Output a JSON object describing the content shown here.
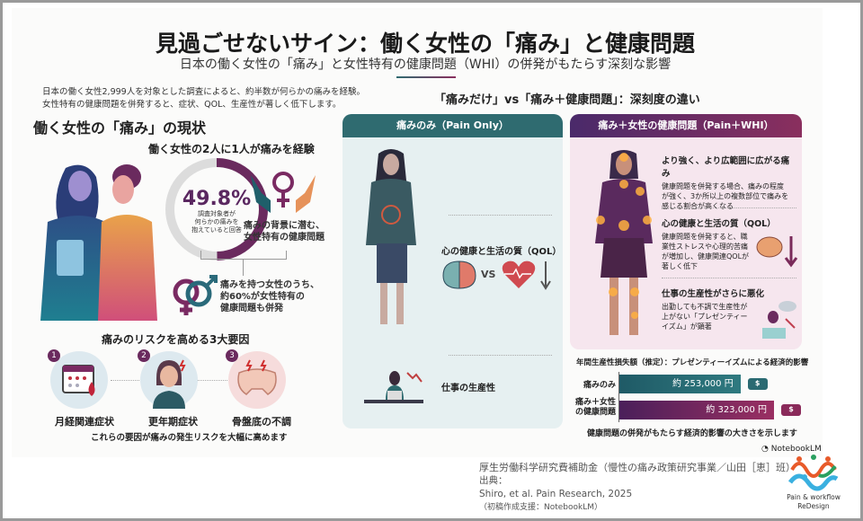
{
  "header": {
    "title": "見過ごせないサイン：働く女性の「痛み」と健康問題",
    "subtitle": "日本の働く女性の「痛み」と女性特有の健康問題（WHI）の併発がもたらす深刻な影響"
  },
  "intro": [
    "日本の働く女性2,999人を対象とした調査によると、約半数が何らかの痛みを経験。",
    "女性特有の健康問題を併発すると、症状、QOL、生産性が著しく低下します。"
  ],
  "left": {
    "section_title": "働く女性の「痛み」の現状",
    "stat_title": "働く女性の2人に1人が痛みを経験",
    "donut": {
      "value": 49.8,
      "label": "49.8%",
      "caption": [
        "調査対象者が",
        "何らかの痛みを",
        "抱えていると回答"
      ],
      "color": "#6a2a5e",
      "track": "#dcdcdc"
    },
    "background_text": [
      "痛みの背景に潜む、",
      "女性特有の健康問題"
    ],
    "combined_text": [
      "痛みを持つ女性のうち、",
      "約60%が女性特有の",
      "健康問題も併発"
    ],
    "risk_title": "痛みのリスクを高める3大要因",
    "risks": [
      {
        "num": "1",
        "label": "月経関連症状",
        "icon": "calendar-blood-drop-icon"
      },
      {
        "num": "2",
        "label": "更年期症状",
        "icon": "headache-woman-icon"
      },
      {
        "num": "3",
        "label": "骨盤底の不調",
        "icon": "pelvis-pain-icon"
      }
    ],
    "risk_footer": "これらの要因が痛みの発生リスクを大幅に高めます"
  },
  "compare": {
    "title": "「痛みだけ」vs「痛み＋健康問題」：深刻度の違い",
    "pain_only": {
      "header": "痛みのみ（Pain Only）",
      "qol": "心の健康と生活の質（QOL）",
      "vs": "VS",
      "productivity": "仕事の生産性",
      "color": "#2f6b70"
    },
    "pain_whi": {
      "header": "痛み＋女性の健康問題（Pain＋WHI）",
      "color": "#6a2a6a",
      "items": [
        {
          "title": "より強く、より広範囲に広がる痛み",
          "body": [
            "健康問題を併発する場合、痛みの程度",
            "が強く、3か所以上の複数部位で痛みを",
            "感じる割合が高くなる"
          ]
        },
        {
          "title": "心の健康と生活の質（QOL）",
          "body": [
            "健康問題を併発すると、職",
            "業性ストレスや心理的苦痛",
            "が増加し、健康関連QOLが",
            "著しく低下"
          ]
        },
        {
          "title": "仕事の生産性がさらに悪化",
          "body": [
            "出勤しても不調で生産性が",
            "上がない「プレゼンティー",
            "イズム」が顕著"
          ]
        }
      ]
    }
  },
  "chart_data": {
    "type": "bar",
    "orientation": "horizontal",
    "title": "年間生産性損失額（推定）：プレゼンティーイズムによる経済的影響",
    "categories": [
      "痛みのみ",
      "痛み＋女性の健康問題"
    ],
    "category_labels": [
      [
        "痛みのみ"
      ],
      [
        "痛み＋女性",
        "の健康問題"
      ]
    ],
    "values": [
      253000,
      323000
    ],
    "data_labels": [
      "約 253,000 円",
      "約 323,000 円"
    ],
    "colors": [
      "#2a6a72",
      "#6a2a62"
    ],
    "footer": "健康問題の併発がもたらす経済的影響の大きさを示します"
  },
  "brand": {
    "notebooklm": "NotebookLM",
    "logo_text": [
      "Pain & workflow",
      "ReDesign"
    ]
  },
  "caption": {
    "funding": "厚生労働科学研究費補助金（慢性の痛み政策研究事業／山田［恵］班）",
    "source_label": "出典：",
    "source": "Shiro, et al. Pain Research, 2025",
    "assist": "（初稿作成支援：NotebookLM）"
  }
}
